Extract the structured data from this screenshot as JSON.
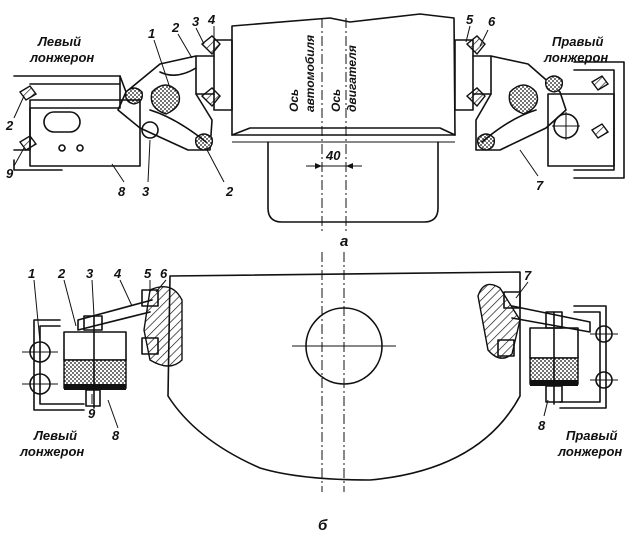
{
  "diagram": {
    "view_a": {
      "caption": "а",
      "left_frame_label": [
        "Левый",
        "лонжерон"
      ],
      "right_frame_label": [
        "Правый",
        "лонжерон"
      ],
      "vehicle_axis_label": [
        "Ось",
        "автомобиля"
      ],
      "engine_axis_label": [
        "Ось",
        "двигателя"
      ],
      "offset_dimension": "40",
      "callouts": [
        "1",
        "2",
        "3",
        "4",
        "2",
        "9",
        "8",
        "3",
        "2",
        "5",
        "6",
        "7"
      ]
    },
    "view_b": {
      "caption": "б",
      "left_frame_label": [
        "Левый",
        "лонжерон"
      ],
      "right_frame_label": [
        "Правый",
        "лонжерон"
      ],
      "callouts": [
        "1",
        "2",
        "3",
        "4",
        "5",
        "6",
        "9",
        "8",
        "7",
        "8"
      ]
    }
  }
}
